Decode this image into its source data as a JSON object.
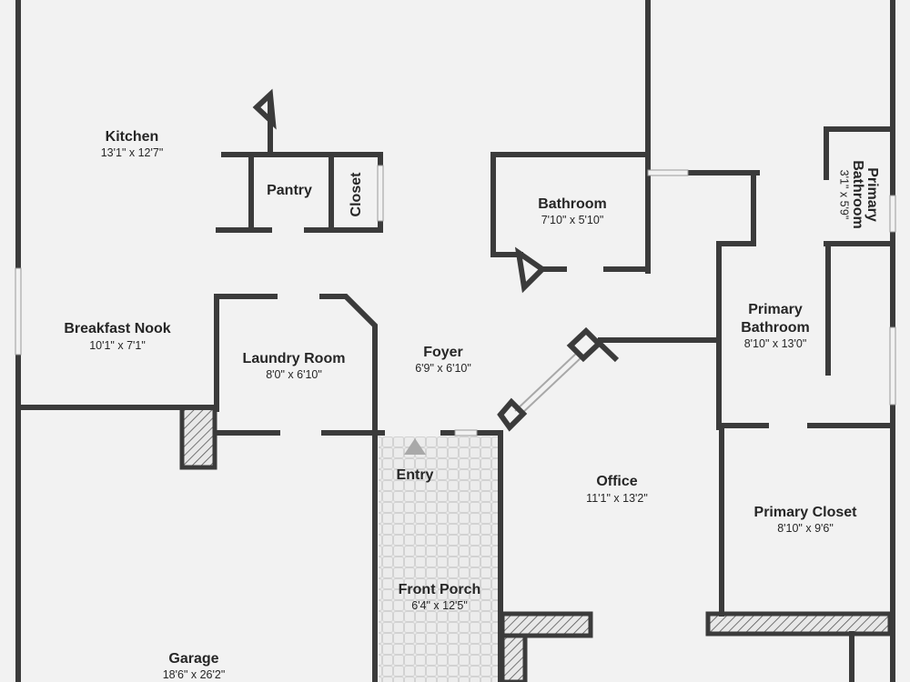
{
  "rooms": {
    "kitchen": {
      "name": "Kitchen",
      "dims": "13'1\" x 12'7\""
    },
    "pantry": {
      "name": "Pantry"
    },
    "closet": {
      "name": "Closet"
    },
    "bathroom": {
      "name": "Bathroom",
      "dims": "7'10\" x 5'10\""
    },
    "primary_bathroom_small": {
      "name_line1": "Primary",
      "name_line2": "Bathroom",
      "dims": "3'1\" x 5'9\""
    },
    "breakfast_nook": {
      "name": "Breakfast Nook",
      "dims": "10'1\" x 7'1\""
    },
    "laundry_room": {
      "name": "Laundry Room",
      "dims": "8'0\" x 6'10\""
    },
    "foyer": {
      "name": "Foyer",
      "dims": "6'9\" x 6'10\""
    },
    "primary_bathroom": {
      "name_line1": "Primary",
      "name_line2": "Bathroom",
      "dims": "8'10\" x 13'0\""
    },
    "entry": {
      "name": "Entry"
    },
    "office": {
      "name": "Office",
      "dims": "11'1\" x 13'2\""
    },
    "primary_closet": {
      "name": "Primary Closet",
      "dims": "8'10\" x 9'6\""
    },
    "front_porch": {
      "name": "Front Porch",
      "dims": "6'4\" x 12'5\""
    },
    "garage": {
      "name": "Garage",
      "dims": "18'6\" x 26'2\""
    }
  },
  "icons": {
    "entry_marker": "triangle-up-icon"
  },
  "colors": {
    "wall": "#3b3b3b",
    "floor": "#f2f2f2",
    "porch": "#e6e6e6",
    "text": "#262626"
  }
}
